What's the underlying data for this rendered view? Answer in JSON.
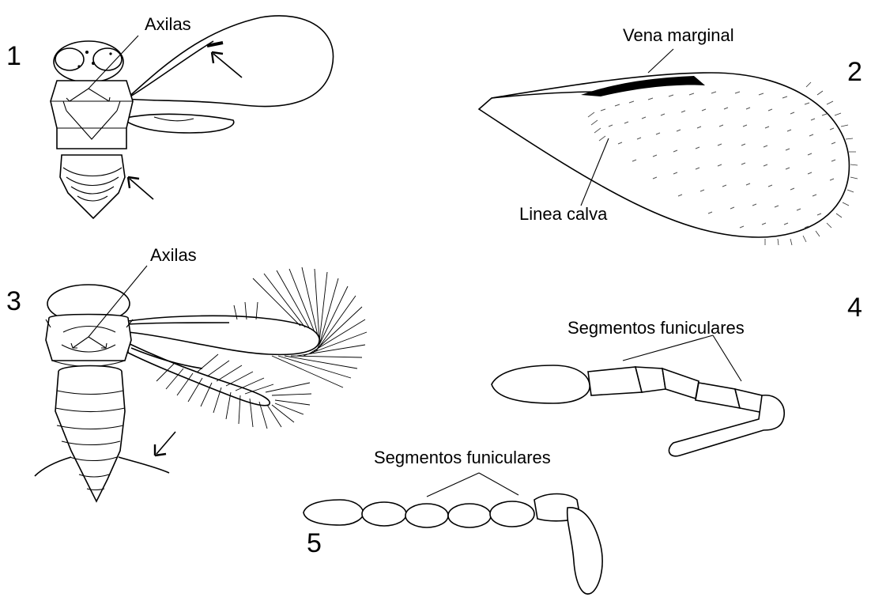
{
  "panels": [
    {
      "number": "1",
      "label": "Axilas"
    },
    {
      "number": "2",
      "labels": [
        "Vena marginal",
        "Linea calva"
      ]
    },
    {
      "number": "3",
      "label": "Axilas"
    },
    {
      "number": "4",
      "label": "Segmentos funiculares"
    },
    {
      "number": "5",
      "label": "Segmentos funiculares"
    }
  ]
}
